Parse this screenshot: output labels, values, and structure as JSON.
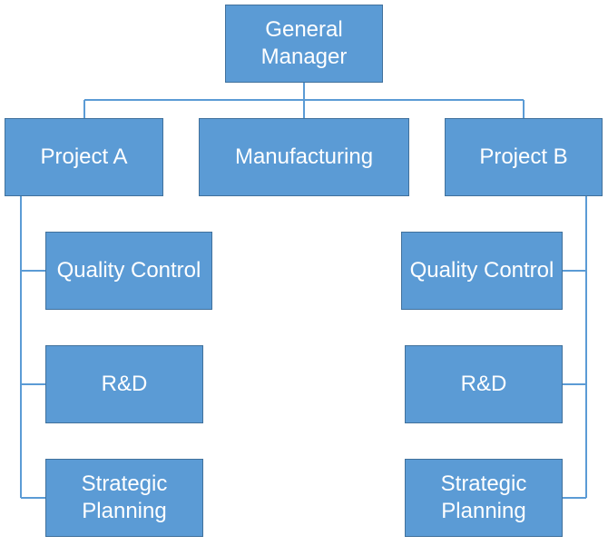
{
  "org_chart": {
    "root": {
      "label": "General Manager"
    },
    "level1": [
      {
        "label": "Project A"
      },
      {
        "label": "Manufacturing"
      },
      {
        "label": "Project B"
      }
    ],
    "project_a_children": [
      {
        "label": "Quality Control"
      },
      {
        "label": "R&D"
      },
      {
        "label": "Strategic Planning"
      }
    ],
    "project_b_children": [
      {
        "label": "Quality Control"
      },
      {
        "label": "R&D"
      },
      {
        "label": "Strategic Planning"
      }
    ]
  },
  "colors": {
    "node_fill": "#5b9bd5",
    "node_border": "#41719c",
    "connector": "#5b9bd5",
    "text": "#ffffff"
  }
}
